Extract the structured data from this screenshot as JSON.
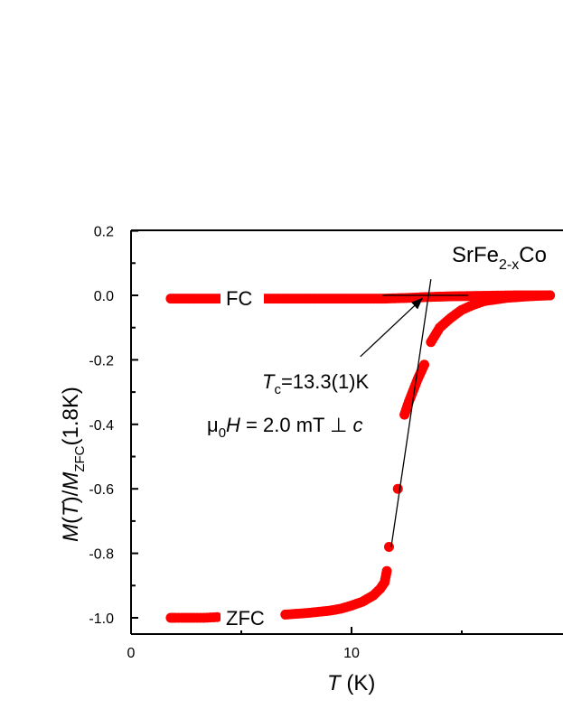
{
  "chart_data": {
    "type": "scatter",
    "title": "SrFe2-xCo",
    "title_main": "SrFe",
    "title_sub": "2-x",
    "title_tail": "Co",
    "xlabel_italic": "T",
    "xlabel_rest": " (K)",
    "xlabel": "T (K)",
    "ylabel": "M(T)/M_ZFC(1.8K)",
    "ylabel_parts": {
      "m1": "M",
      "t": "T",
      "m2": "M",
      "sub": "ZFC",
      "tail": "(1.8K)"
    },
    "xlim": [
      0,
      19
    ],
    "ylim": [
      -1.05,
      0.2
    ],
    "x_ticks": [
      0,
      10
    ],
    "x_tick_labels": [
      "0",
      "10"
    ],
    "y_ticks": [
      0.2,
      0.0,
      -0.2,
      -0.4,
      -0.6,
      -0.8,
      -1.0
    ],
    "y_tick_labels": [
      "0.2",
      "0.0",
      "-0.2",
      "-0.4",
      "-0.6",
      "-0.8",
      "-1.0"
    ],
    "grid": false,
    "marker_color": "#ff0000",
    "series": [
      {
        "name": "FC",
        "x": [
          1.8,
          2.5,
          3.5,
          4.5,
          5.5,
          6.5,
          7.5,
          8.5,
          9.5,
          10.5,
          11.5,
          12.5,
          13.5,
          14.5,
          15.5,
          16.5,
          17.5,
          18.5,
          19.0
        ],
        "y": [
          -0.01,
          -0.01,
          -0.01,
          -0.01,
          -0.01,
          -0.01,
          -0.01,
          -0.01,
          -0.01,
          -0.01,
          -0.01,
          -0.008,
          -0.005,
          -0.003,
          -0.002,
          -0.001,
          0.0,
          0.0,
          0.0
        ]
      },
      {
        "name": "ZFC",
        "x": [
          1.8,
          2.0,
          2.3,
          2.7,
          3.0,
          3.3,
          3.6,
          3.9,
          7.0,
          8.0,
          9.0,
          9.5,
          10.0,
          10.5,
          11.0,
          11.3,
          11.5,
          11.6,
          11.7,
          12.1,
          12.4,
          12.6,
          12.8,
          13.0,
          13.3,
          13.6,
          14.0,
          14.5,
          15.0,
          15.5,
          16.0,
          17.0,
          18.0,
          19.0
        ],
        "y": [
          -1.0,
          -1.0,
          -1.0,
          -1.0,
          -1.0,
          -1.0,
          -0.999,
          -0.998,
          -0.99,
          -0.985,
          -0.978,
          -0.972,
          -0.962,
          -0.95,
          -0.93,
          -0.91,
          -0.89,
          -0.855,
          -0.78,
          -0.6,
          -0.37,
          -0.33,
          -0.295,
          -0.26,
          -0.215,
          -0.145,
          -0.1,
          -0.07,
          -0.045,
          -0.03,
          -0.018,
          -0.008,
          -0.003,
          0.0
        ]
      }
    ],
    "annotations": [
      {
        "text": "FC",
        "x": 5.3,
        "y": -0.01
      },
      {
        "text": "ZFC",
        "x": 5.3,
        "y": -0.99
      },
      {
        "text": "Tc=13.3(1)K",
        "italic": "T",
        "sub": "c",
        "rest": "=13.3(1)K"
      },
      {
        "text": "μ0H = 2.0 mT ⊥ c",
        "mu": "μ",
        "sub": "0",
        "italic_h": "H",
        "middle": " = 2.0 mT ⊥ ",
        "italic_c": "c"
      }
    ],
    "fit_lines": {
      "steep": {
        "x1": 11.8,
        "y1": -0.78,
        "x2": 13.6,
        "y2": 0.05
      },
      "baseline": {
        "x1": 11.4,
        "y1": 0.0,
        "x2": 15.3,
        "y2": 0.0
      },
      "arrow": {
        "from_x": 10.4,
        "from_y": -0.19,
        "to_x": 13.2,
        "to_y": -0.01
      }
    },
    "legend_position": "inline-labels"
  }
}
